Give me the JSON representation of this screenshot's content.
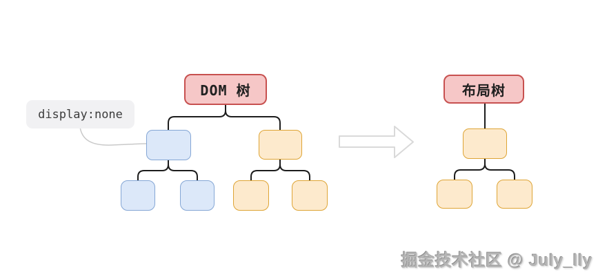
{
  "diagram": {
    "left_tree": {
      "root_label": "DOM 树",
      "subtrees": [
        {
          "color": "blue",
          "children_count": 2
        },
        {
          "color": "orange",
          "children_count": 2
        }
      ]
    },
    "right_tree": {
      "root_label": "布局树",
      "subtrees": [
        {
          "color": "orange",
          "children_count": 2
        }
      ]
    },
    "annotation": {
      "label": "display:none",
      "points_to": "blue subtree parent node"
    },
    "watermark": {
      "text": "掘金技术社区 @ July_lly"
    },
    "colors": {
      "root_fill": "#f6c7c7",
      "root_border": "#c7504f",
      "blue_fill": "#dce8f9",
      "blue_border": "#84a6d5",
      "orange_fill": "#fdeacd",
      "orange_border": "#dea434",
      "annotation_bg": "#f1f1f3",
      "annotation_text": "#3c3c3c",
      "annotation_line": "#c9c9c9",
      "connector": "#1c1c1c",
      "arrow_stroke": "#d9d9d9",
      "watermark_text": "#b5b5b5",
      "node_text": "#202020"
    }
  }
}
